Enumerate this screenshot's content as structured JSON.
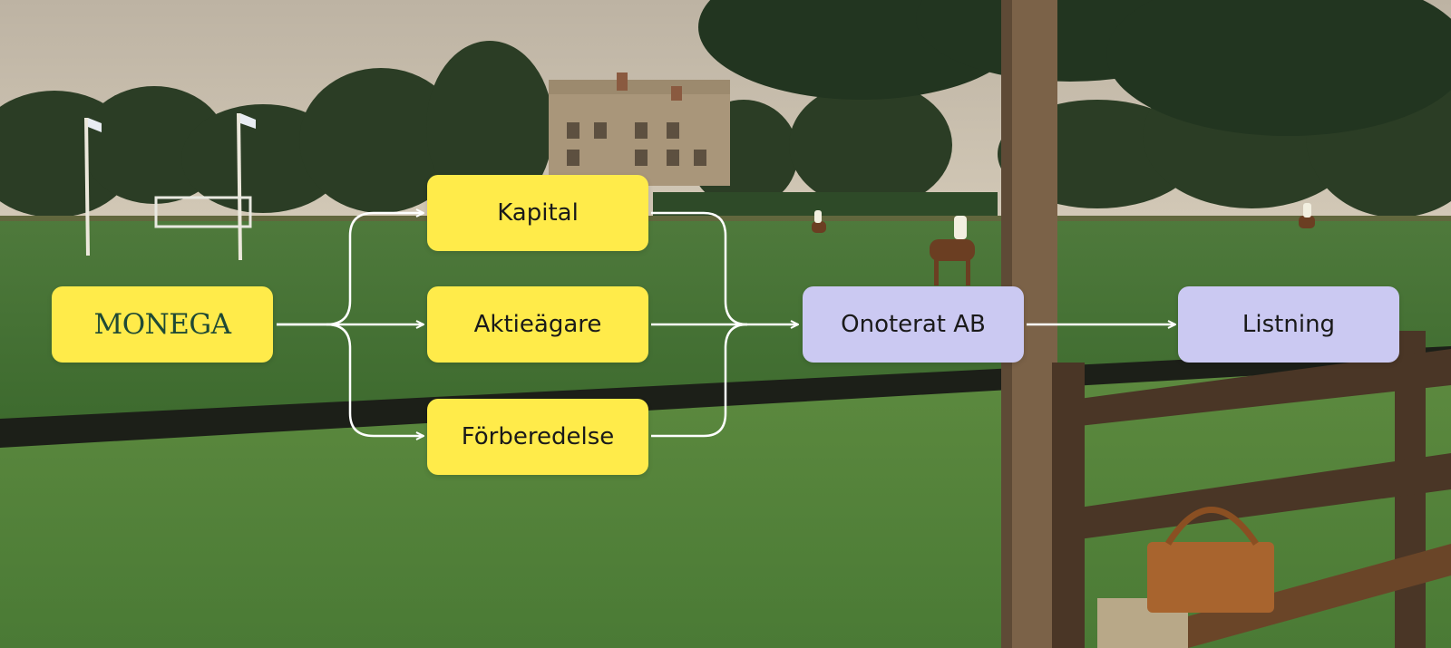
{
  "colors": {
    "node_yellow": "#FFEB4A",
    "node_lavender": "#CBC9F2",
    "logo_green": "#1F4A35",
    "arrow": "#FFFFFF"
  },
  "nodes": {
    "monega": "MONEGA",
    "kapital": "Kapital",
    "aktieagare": "Aktieägare",
    "forberedelse": "Förberedelse",
    "onoterat": "Onoterat AB",
    "listning": "Listning"
  },
  "edges": [
    {
      "from": "monega",
      "to": "kapital"
    },
    {
      "from": "monega",
      "to": "aktieagare"
    },
    {
      "from": "monega",
      "to": "forberedelse"
    },
    {
      "from": "kapital",
      "to": "onoterat"
    },
    {
      "from": "aktieagare",
      "to": "onoterat"
    },
    {
      "from": "forberedelse",
      "to": "onoterat"
    },
    {
      "from": "onoterat",
      "to": "listning"
    }
  ]
}
